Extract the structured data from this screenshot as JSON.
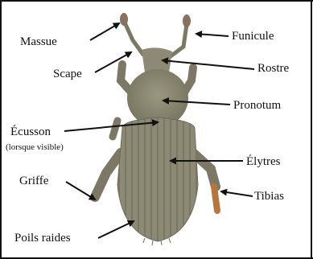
{
  "labels": {
    "massue": "Massue",
    "funicule": "Funicule",
    "scape": "Scape",
    "rostre": "Rostre",
    "pronotum": "Pronotum",
    "ecusson": "Écusson",
    "ecusson_note": "(lorsque visible)",
    "elytres": "Élytres",
    "griffe": "Griffe",
    "tibias": "Tibias",
    "poils_raides": "Poils raides"
  },
  "colors": {
    "body": "#8c8a74",
    "body_dark": "#6e6c5a",
    "legs": "#7d7866",
    "tibia": "#b5773d",
    "arrow": "#111111"
  }
}
